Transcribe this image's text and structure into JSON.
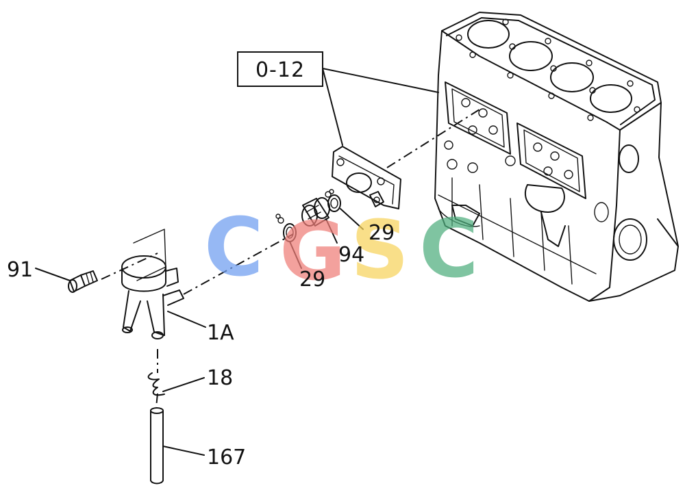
{
  "reference_box": "0-12",
  "callouts": {
    "c91": "91",
    "c29a": "29",
    "c29b": "29",
    "c94": "94",
    "c1a": "1A",
    "c18": "18",
    "c167": "167"
  },
  "watermark": {
    "letters": [
      "C",
      "G",
      "S",
      "C"
    ],
    "colors": [
      "#6f9ef0",
      "#ef7d78",
      "#f7d35c",
      "#4fae7e"
    ]
  }
}
